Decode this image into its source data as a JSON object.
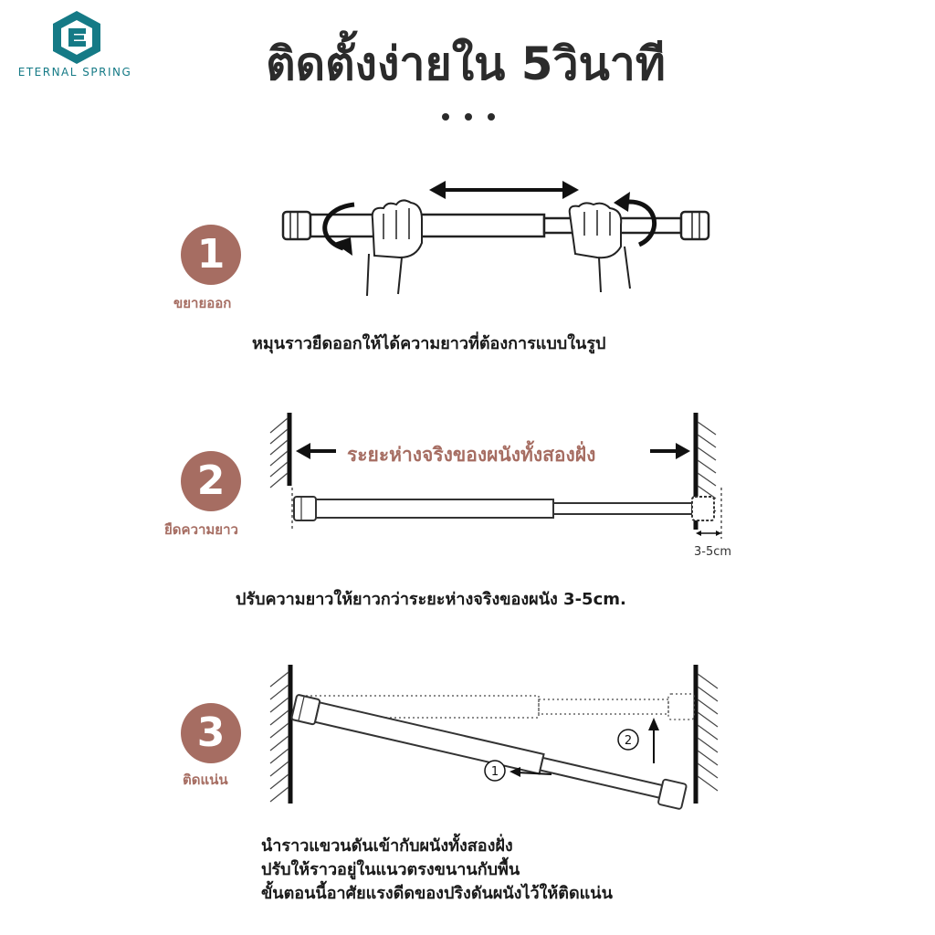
{
  "brand": {
    "name": "ETERNAL SPRING",
    "color": "#157a86"
  },
  "title": "ติดตั้งง่ายใน 5วินาที",
  "accent_color": "#a66d62",
  "steps": [
    {
      "number": "1",
      "label": "ขยายออก",
      "caption": "หมุนราวยืดออกให้ได้ความยาวที่ต้องการแบบในรูป",
      "icons": [
        "rotate-arrow-icon",
        "double-arrow-icon",
        "hand-icon"
      ]
    },
    {
      "number": "2",
      "label": "ยืดความยาว",
      "caption": "ปรับความยาวให้ยาวกว่าระยะห่างจริงของผนัง 3-5cm.",
      "wall_distance_label": "ระยะห่างจริงของผนังทั้งสองฝั่ง",
      "extra_label": "3-5cm",
      "icons": [
        "arrow-left-icon",
        "arrow-right-icon"
      ]
    },
    {
      "number": "3",
      "label": "ติดแน่น",
      "caption_lines": [
        "นำราวแขวนดันเข้ากับผนังทั้งสองฝั่ง",
        "ปรับให้ราวอยู่ในแนวตรงขนานกับพื้น",
        "ขั้นตอนนี้อาศัยแรงดีดของปริงดันผนังไว้ให้ติดแน่น"
      ],
      "marker_1": "1",
      "marker_2": "2",
      "icons": [
        "arrow-left-icon",
        "arrow-up-icon"
      ]
    }
  ]
}
